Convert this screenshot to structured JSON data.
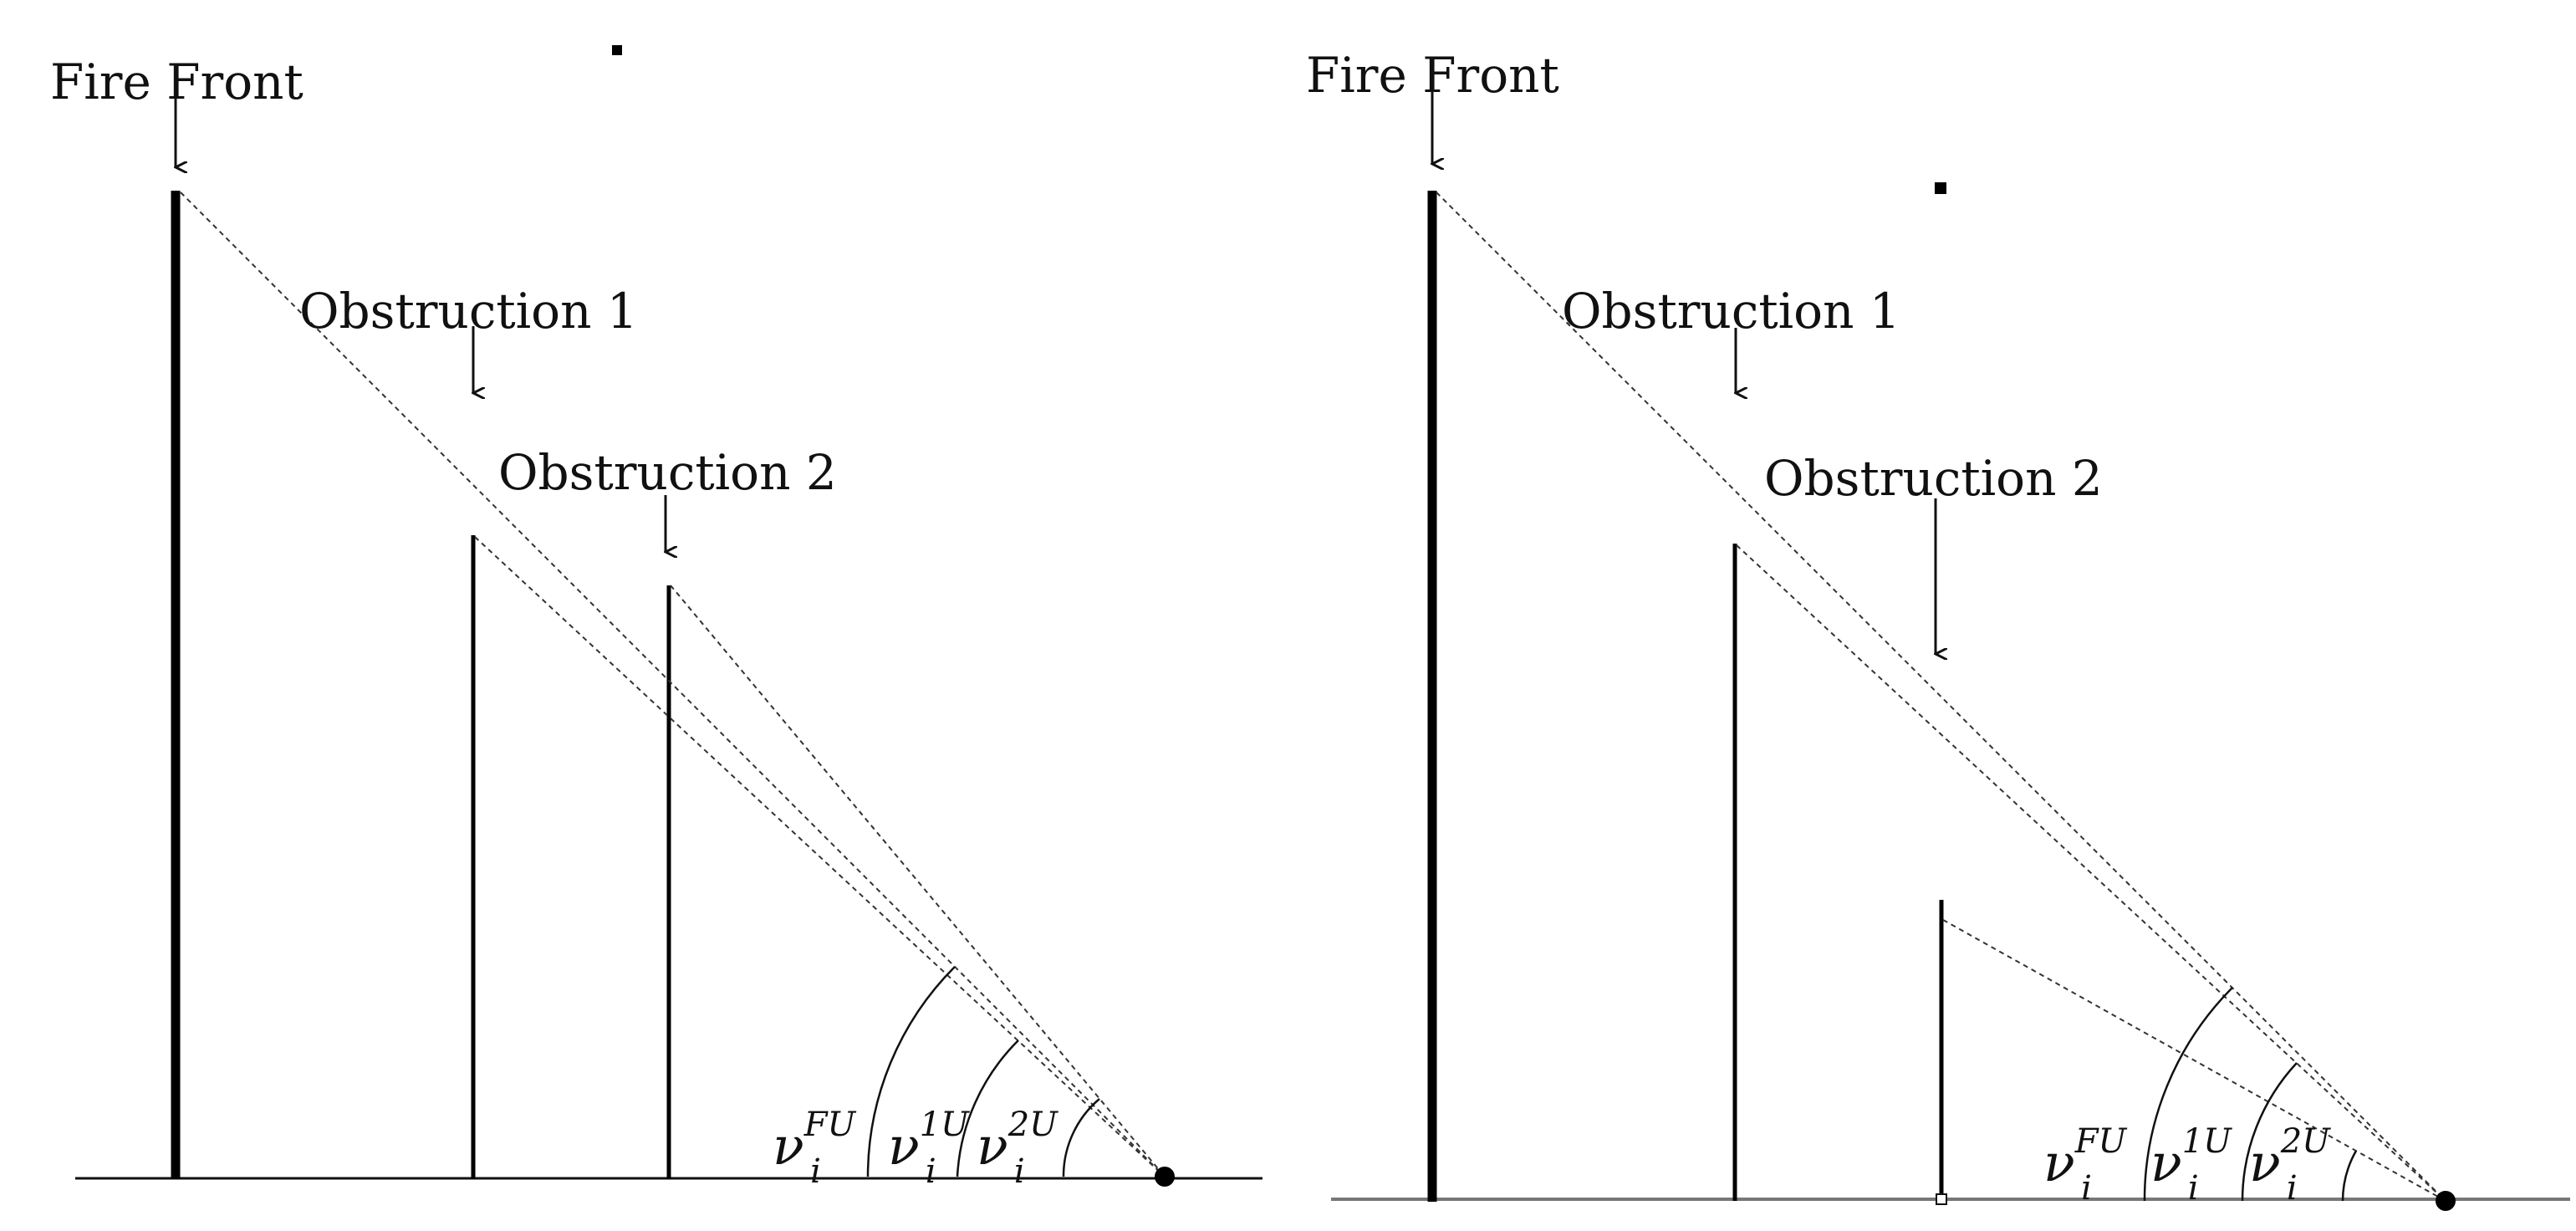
{
  "panels": [
    {
      "id": "left",
      "labels": {
        "fire_front": "Fire Front",
        "obstruction_1": "Obstruction 1",
        "obstruction_2": "Obstruction 2"
      },
      "angles": [
        {
          "base": "ν",
          "sub": "i",
          "sup": "FU"
        },
        {
          "base": "ν",
          "sub": "i",
          "sup": "1U"
        },
        {
          "base": "ν",
          "sub": "i",
          "sup": "2U"
        }
      ]
    },
    {
      "id": "right",
      "labels": {
        "fire_front": "Fire Front",
        "obstruction_1": "Obstruction 1",
        "obstruction_2": "Obstruction 2"
      },
      "angles": [
        {
          "base": "ν",
          "sub": "i",
          "sup": "FU"
        },
        {
          "base": "ν",
          "sub": "i",
          "sup": "1U"
        },
        {
          "base": "ν",
          "sub": "i",
          "sup": "2U"
        }
      ]
    }
  ]
}
